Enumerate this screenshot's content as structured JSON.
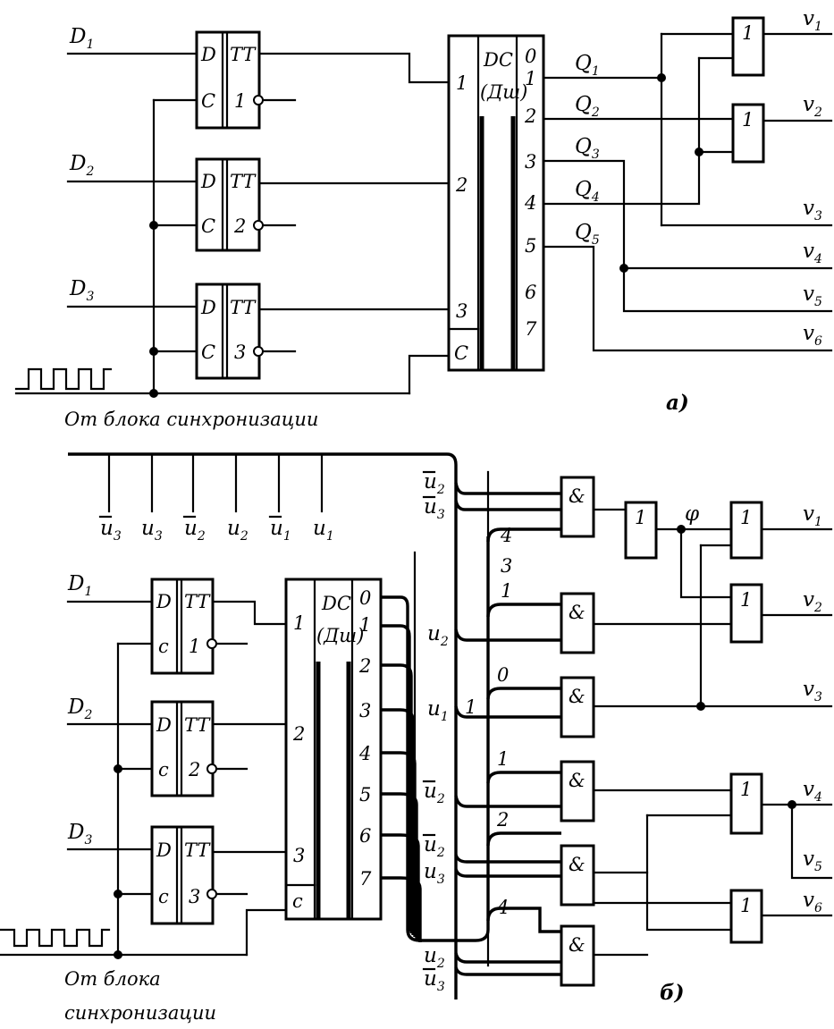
{
  "a": {
    "inputs": [
      {
        "main": "D",
        "sub": "1"
      },
      {
        "main": "D",
        "sub": "2"
      },
      {
        "main": "D",
        "sub": "3"
      }
    ],
    "trigger": {
      "d": "D",
      "c": "C",
      "tt": "TT",
      "nums": [
        "1",
        "2",
        "3"
      ]
    },
    "decoder": {
      "title": "DC",
      "subtitle": "(Дш)",
      "inputs": [
        "1",
        "2",
        "3",
        "C"
      ],
      "outputs": [
        "0",
        "1",
        "2",
        "3",
        "4",
        "5",
        "6",
        "7"
      ]
    },
    "q": [
      {
        "main": "Q",
        "sub": "1"
      },
      {
        "main": "Q",
        "sub": "2"
      },
      {
        "main": "Q",
        "sub": "3"
      },
      {
        "main": "Q",
        "sub": "4"
      },
      {
        "main": "Q",
        "sub": "5"
      }
    ],
    "or_symbol": "1",
    "outputs": [
      {
        "main": "v",
        "sub": "1"
      },
      {
        "main": "v",
        "sub": "2"
      },
      {
        "main": "v",
        "sub": "3"
      },
      {
        "main": "v",
        "sub": "4"
      },
      {
        "main": "v",
        "sub": "5"
      },
      {
        "main": "v",
        "sub": "6"
      }
    ],
    "sync": "От блока синхронизации",
    "tag": "а)"
  },
  "b": {
    "bus_signals": [
      {
        "main": "u",
        "sub": "3",
        "bar": true
      },
      {
        "main": "u",
        "sub": "3",
        "bar": false
      },
      {
        "main": "u",
        "sub": "2",
        "bar": true
      },
      {
        "main": "u",
        "sub": "2",
        "bar": false
      },
      {
        "main": "u",
        "sub": "1",
        "bar": true
      },
      {
        "main": "u",
        "sub": "1",
        "bar": false
      }
    ],
    "inputs": [
      {
        "main": "D",
        "sub": "1"
      },
      {
        "main": "D",
        "sub": "2"
      },
      {
        "main": "D",
        "sub": "3"
      }
    ],
    "trigger": {
      "d": "D",
      "c": "c",
      "tt": "TT",
      "nums": [
        "1",
        "2",
        "3"
      ]
    },
    "decoder": {
      "title": "DC",
      "subtitle": "(Дш)",
      "inputs": [
        "1",
        "2",
        "3",
        "c"
      ],
      "outputs": [
        "0",
        "1",
        "2",
        "3",
        "4",
        "5",
        "6",
        "7"
      ]
    },
    "and_symbol": "&",
    "or_symbol": "1",
    "tap_labels": [
      "4",
      "3",
      "1",
      "0",
      "1",
      "2",
      "4"
    ],
    "mid_signals": [
      {
        "main": "u",
        "sub": "2",
        "bar": true
      },
      {
        "main": "u",
        "sub": "3",
        "bar": true
      },
      {
        "main": "u",
        "sub": "2",
        "bar": false
      },
      {
        "main": "u",
        "sub": "1",
        "bar": false
      },
      {
        "main": "u",
        "sub": "2",
        "bar": true
      },
      {
        "main": "u",
        "sub": "2",
        "bar": true
      },
      {
        "main": "u",
        "sub": "3",
        "bar": false
      },
      {
        "main": "u",
        "sub": "2",
        "bar": false
      },
      {
        "main": "u",
        "sub": "3",
        "bar": true
      }
    ],
    "bus_one": "1",
    "phi": "φ",
    "outputs": [
      {
        "main": "v",
        "sub": "1"
      },
      {
        "main": "v",
        "sub": "2"
      },
      {
        "main": "v",
        "sub": "3"
      },
      {
        "main": "v",
        "sub": "4"
      },
      {
        "main": "v",
        "sub": "5"
      },
      {
        "main": "v",
        "sub": "6"
      }
    ],
    "sync_line1": "От блока",
    "sync_line2": "синхронизации",
    "tag": "б)"
  }
}
